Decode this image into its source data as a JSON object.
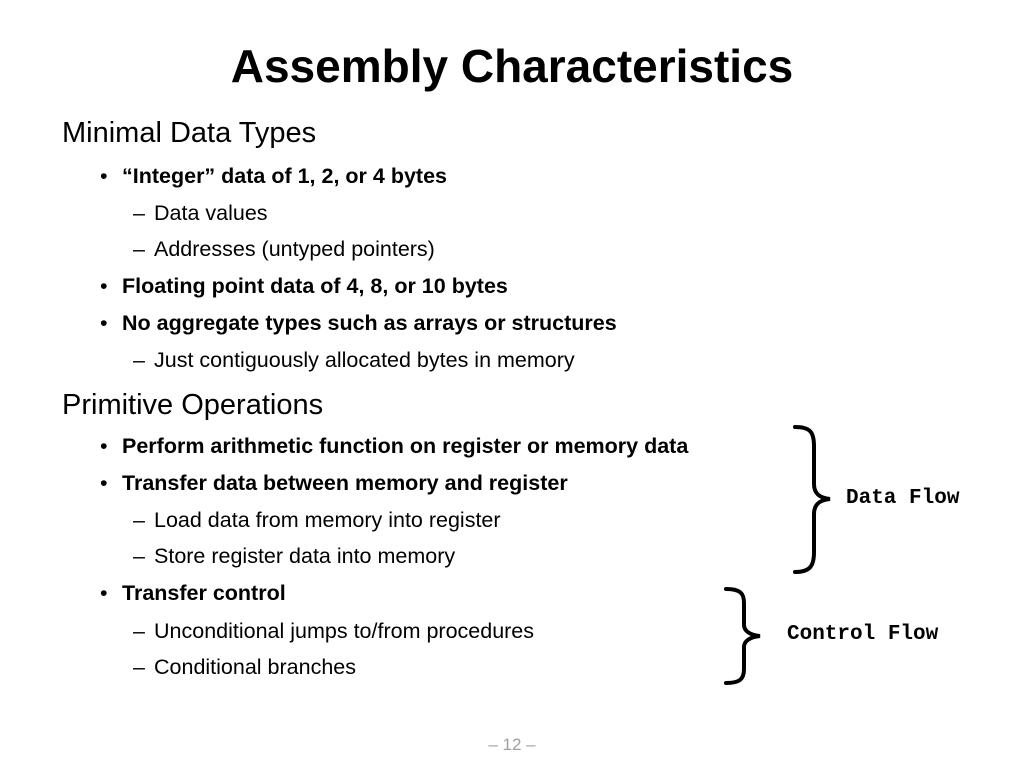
{
  "slide": {
    "title": "Assembly Characteristics",
    "page_number": "– 12 –"
  },
  "sections": [
    {
      "heading": "Minimal Data Types",
      "bullets": [
        {
          "text": "“Integer” data of 1, 2, or 4 bytes",
          "subitems": [
            "Data values",
            "Addresses (untyped pointers)"
          ]
        },
        {
          "text": "Floating point data of 4, 8, or 10 bytes",
          "subitems": []
        },
        {
          "text": "No aggregate types such as arrays or structures",
          "subitems": [
            "Just contiguously allocated bytes in memory"
          ]
        }
      ]
    },
    {
      "heading": "Primitive Operations",
      "bullets": [
        {
          "text": "Perform arithmetic function on register or memory data",
          "subitems": []
        },
        {
          "text": "Transfer data between memory and register",
          "subitems": [
            "Load data from memory into register",
            "Store register data into memory"
          ]
        },
        {
          "text": "Transfer control",
          "subitems": [
            "Unconditional jumps to/from procedures",
            "Conditional branches"
          ]
        }
      ]
    }
  ],
  "symbols": {
    "bullet": "•",
    "dash": "–"
  },
  "annotations": {
    "data_flow": "Data Flow",
    "control_flow": "Control Flow"
  }
}
